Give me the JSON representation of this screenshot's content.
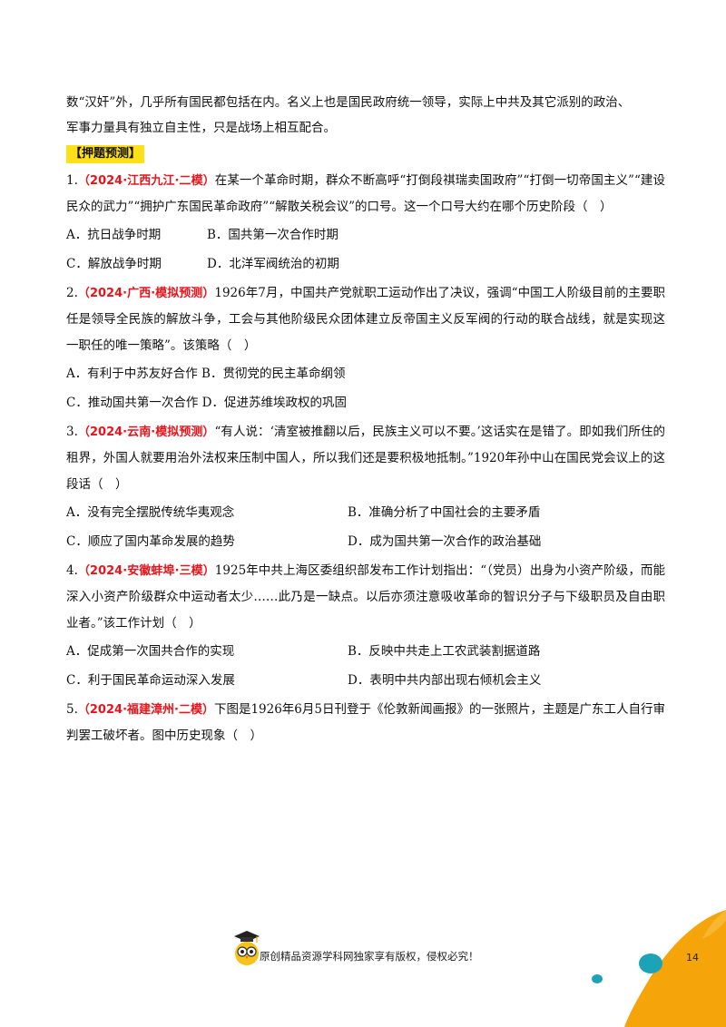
{
  "intro": {
    "line1": "数“汉奸”外，几乎所有国民都包括在内。名义上也是国民政府统一领导，实际上中共及其它派别的政治、",
    "line2": "军事力量具有独立自主性，只是战场上相互配合。"
  },
  "section_tag": "【押题预测】",
  "questions": [
    {
      "num": "1.",
      "source": "（2024·江西九江·二模）",
      "text": "在某一个革命时期，群众不断高呼“打倒段祺瑞卖国政府”“打倒一切帝国主义”“建设民众的武力”“拥护广东国民革命政府”“解散关税会议”的口号。这一个口号大约在哪个历史阶段（　）",
      "options": [
        "A．抗日战争时期",
        "B．国共第一次合作时期",
        "C．解放战争时期",
        "D．北洋军阀统治的初期"
      ]
    },
    {
      "num": "2.",
      "source": "（2024·广西·模拟预测）",
      "text": "1926年7月，中国共产党就职工运动作出了决议，强调“中国工人阶级目前的主要职任是领导全民族的解放斗争，工会与其他阶级民众团体建立反帝国主义反军阀的行动的联合战线，就是实现这一职任的唯一策略”。该策略（　）",
      "options": [
        "A．有利于中苏友好合作",
        "B．贯彻党的民主革命纲领",
        "C．推动国共第一次合作",
        "D．促进苏维埃政权的巩固"
      ]
    },
    {
      "num": "3.",
      "source": "（2024·云南·模拟预测）",
      "text": "“有人说：‘清室被推翻以后，民族主义可以不要。’这话实在是错了。即如我们所住的租界，外国人就要用治外法权来压制中国人，所以我们还是要积极地抵制。”1920年孙中山在国民党会议上的这段话（　）",
      "options": [
        "A．没有完全摆脱传统华夷观念",
        "B．准确分析了中国社会的主要矛盾",
        "C．顺应了国内革命发展的趋势",
        "D．成为国共第一次合作的政治基础"
      ]
    },
    {
      "num": "4.",
      "source": "（2024·安徽蚌埠·三模）",
      "text": "1925年中共上海区委组织部发布工作计划指出：“（党员）出身为小资产阶级，而能深入小资产阶级群众中运动者太少……此乃是一缺点。以后亦须注意吸收革命的智识分子与下级职员及自由职业者。”该工作计划（　）",
      "options": [
        "A．促成第一次国共合作的实现",
        "B．反映中共走上工农武装割据道路",
        "C．利于国民革命运动深入发展",
        "D．表明中共内部出现右倾机会主义"
      ]
    },
    {
      "num": "5.",
      "source": "（2024·福建漳州·二模）",
      "text": "下图是1926年6月5日刊登于《伦敦新闻画报》的一张照片，主题是广东工人自行审判罢工破坏者。图中历史现象（　）"
    }
  ],
  "footer": {
    "text": "原创精品资源学科网独家享有版权，侵权必究！",
    "logo_icon": "owl-mascot-icon",
    "page_number": "14"
  },
  "colors": {
    "source_red": "#e8141b",
    "tag_yellow": "#fde018",
    "corner_orange": "#f5a40a",
    "dot_teal": "#1da3b8"
  }
}
